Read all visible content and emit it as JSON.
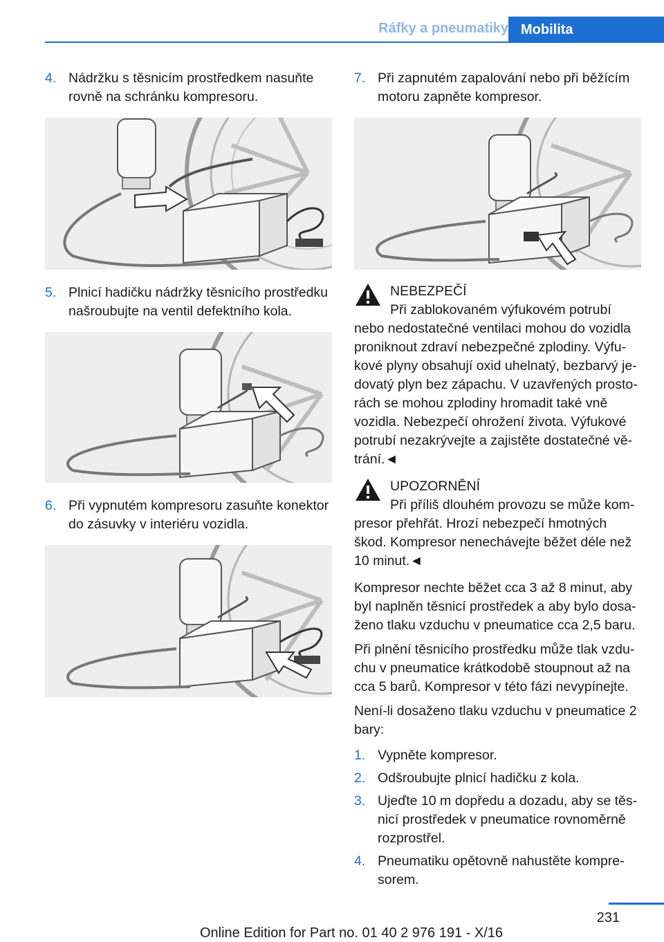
{
  "header": {
    "section": "Ráfky a pneumatiky",
    "chapter": "Mobilita"
  },
  "left": {
    "step4": {
      "num": "4.",
      "text": "Nádržku s těsnicím prostředkem nasuňte rovně na schránku kompresoru."
    },
    "step5": {
      "num": "5.",
      "text": "Plnicí hadičku nádržky těsnicího pro­středku našroubujte na ventil defektního kola."
    },
    "step6": {
      "num": "6.",
      "text": "Při vypnutém kompresoru zasuňte konek­tor do zásuvky v interiéru vozidla."
    }
  },
  "right": {
    "step7": {
      "num": "7.",
      "text": "Při zapnutém zapalování nebo při běžícím motoru zapněte kompresor."
    },
    "danger": {
      "title": "NEBEZPEČÍ",
      "text": "Při zablokovaném výfukovém potrubí nebo nedostatečné ventilaci mohou do vozidla proniknout zdraví nebezpečné zplodiny. Výfu­kové plyny obsahují oxid uhelnatý, bezbarvý je­dovatý plyn bez zápachu. V uzavřených prosto­rách se mohou zplodiny hromadit také vně vozidla. Nebezpečí ohrožení života. Výfukové potrubí nezakrývejte a zajistěte dostatečné vě­trání.◄"
    },
    "caution": {
      "title": "UPOZORNĚNÍ",
      "text": "Při příliš dlouhém provozu se může kom­presor přehřát. Hrozí nebezpečí hmotných škod. Kompresor nenechávejte běžet déle než 10 minut.◄"
    },
    "para1": "Kompresor nechte běžet cca 3 až 8 minut, aby byl naplněn těsnicí prostředek a aby bylo dosa­ženo tlaku vzduchu v pneumatice cca 2,5 baru.",
    "para2": "Při plnění těsnicího prostředku může tlak vzdu­chu v pneumatice krátkodobě stoupnout až na cca 5 barů. Kompresor v této fázi nevypínejte.",
    "para3": "Není-li dosaženo tlaku vzduchu v pneumatice 2 bary:",
    "list": [
      {
        "num": "1.",
        "text": "Vypněte kompresor."
      },
      {
        "num": "2.",
        "text": "Odšroubujte plnicí hadičku z kola."
      },
      {
        "num": "3.",
        "text": "Ujeďte 10 m dopředu a dozadu, aby se těs­nicí prostředek v pneumatice rovnoměrně rozprostřel."
      },
      {
        "num": "4.",
        "text": "Pneumatiku opětovně nahustěte kompre­sorem."
      }
    ]
  },
  "footer": {
    "page": "231",
    "edition": "Online Edition for Part no. 01 40 2 976 191 - X/16"
  },
  "colors": {
    "accent": "#1d6fd4",
    "figure_bg": "#eeeeee"
  }
}
